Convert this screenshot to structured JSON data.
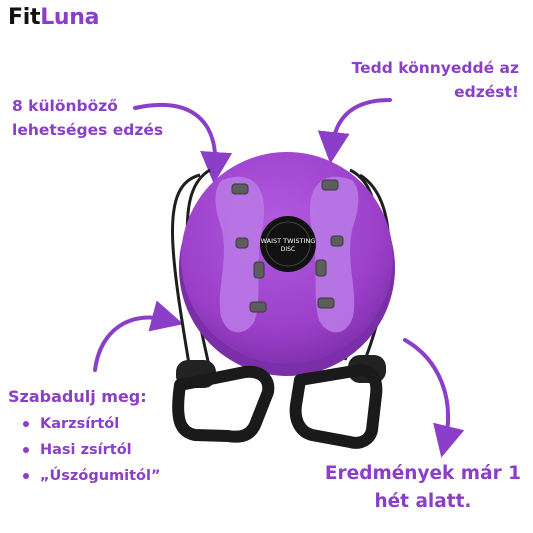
{
  "brand": {
    "part1": "Fit",
    "part2": "Luna"
  },
  "callouts": {
    "workouts": {
      "line1": "8 különböző",
      "line2": "lehetséges edzés"
    },
    "easy": {
      "line1": "Tedd könnyeddé az",
      "line2": "edzést!"
    },
    "freedom": {
      "heading": "Szabadulj meg:",
      "items": [
        "Karzsírtól",
        "Hasi zsírtól",
        "„Úszógumitól”"
      ]
    },
    "results": {
      "line1": "Eredmények már 1",
      "line2": "hét alatt."
    }
  },
  "product": {
    "label_line1": "WAIST TWISTING",
    "label_line2": "DISC"
  },
  "colors": {
    "accent": "#8b3fc8",
    "disc": "#9b3fc9",
    "disc_dark": "#7a2ea8",
    "handle": "#1c1c1c"
  }
}
